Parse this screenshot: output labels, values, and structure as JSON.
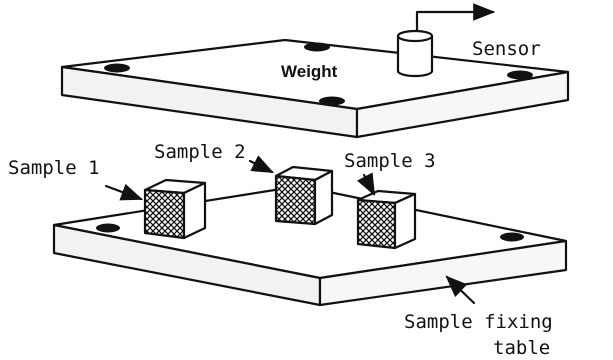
{
  "labels": {
    "weight": "Weight",
    "sensor": "Sensor",
    "sample1": "Sample 1",
    "sample2": "Sample 2",
    "sample3": "Sample 3",
    "fixing_table_line1": "Sample fixing",
    "fixing_table_line2": "table"
  },
  "colors": {
    "ink": "#111111",
    "background": "#ffffff",
    "plate_side": "#f2f2f2"
  }
}
